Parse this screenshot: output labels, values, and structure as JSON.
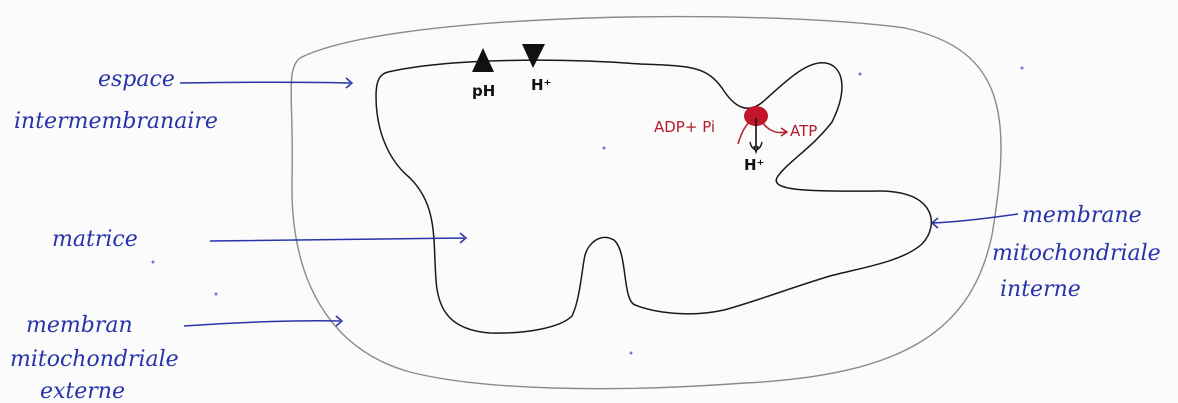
{
  "diagram": {
    "labels": {
      "espace_line1": "espace",
      "espace_line2": "intermembranaire",
      "matrice": "matrice",
      "membran_ext_line1": "membran",
      "membran_ext_line2": "mitochondriale",
      "membran_ext_line3": "externe",
      "membrane_int_line1": "membrane",
      "membrane_int_line2": "mitochondriale",
      "membrane_int_line3": "interne",
      "ph": "pH",
      "h_plus_top": "H⁺",
      "adp_pi": "ADP+ Pi",
      "atp": "ATP",
      "h_plus_bottom": "H⁺"
    },
    "colors": {
      "ink_blue": "#2733a8",
      "ink_black": "#111111",
      "ink_red": "#b01c2b",
      "atp_synthase": "#c4162b"
    }
  }
}
